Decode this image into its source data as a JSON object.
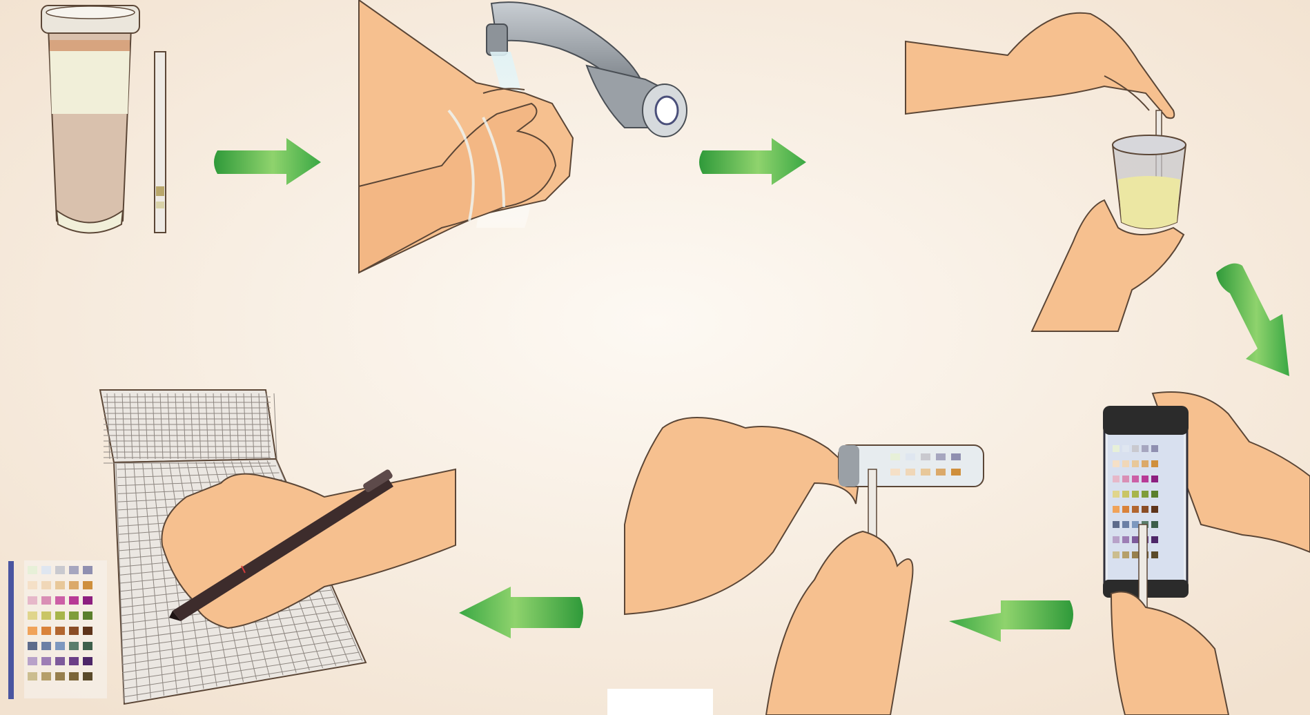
{
  "colors": {
    "background_center": "#fdf9f3",
    "background_edge": "#f2e2d0",
    "edge_bar": "#9ccc7a",
    "skin": "#f6c08f",
    "skin_outline": "#5b4636",
    "arrow_green_dark": "#2f9a3a",
    "arrow_green_light": "#8fd36d",
    "faucet": "#9aa0a6",
    "urine": "#ece7a3",
    "paper": "#ebe7e2",
    "pen": "#3d2c2c",
    "bottle_label": "#b9cbe8"
  },
  "steps": [
    {
      "id": "supplies",
      "icons": [
        "sample-container-icon",
        "test-strip-icon"
      ]
    },
    {
      "id": "wash-hands",
      "icons": [
        "faucet-icon",
        "washing-hands-icon"
      ]
    },
    {
      "id": "dip-strip",
      "icons": [
        "hand-holding-strip-icon",
        "urine-cup-icon"
      ]
    },
    {
      "id": "compare-chart",
      "icons": [
        "reagent-bottle-icon",
        "color-chart-icon"
      ]
    },
    {
      "id": "read-strip",
      "icons": [
        "strip-vial-icon",
        "hands-icon"
      ]
    },
    {
      "id": "record-result",
      "icons": [
        "notebook-icon",
        "pen-icon",
        "color-chart-icon"
      ]
    }
  ],
  "arrows": [
    "arrow-right",
    "arrow-right",
    "arrow-down",
    "arrow-left",
    "arrow-left"
  ],
  "chart_swatches": [
    [
      "#e7f0d8",
      "#dfe6f0",
      "#c9c9cf",
      "#a6a6bf",
      "#8f8fb0"
    ],
    [
      "#f5e0c7",
      "#f0d7b8",
      "#e8c89a",
      "#dba96a",
      "#cf8f3c"
    ],
    [
      "#e6b8c9",
      "#d98fb5",
      "#cc5fa6",
      "#b83a96",
      "#8d1f80"
    ],
    [
      "#e0d58c",
      "#c9c566",
      "#a7b54a",
      "#7f9d3a",
      "#5b7f2c"
    ],
    [
      "#f0a35a",
      "#d9823a",
      "#b2662f",
      "#8a4d25",
      "#5e341a"
    ],
    [
      "#5d6b8b",
      "#6b7fa5",
      "#7d98bf",
      "#5a7d6b",
      "#3d5f4b"
    ],
    [
      "#b8a2c9",
      "#9d7eb5",
      "#7d5a9b",
      "#6b3f87",
      "#4d2668"
    ],
    [
      "#cbbd8f",
      "#b59f6a",
      "#977f4d",
      "#7b6538",
      "#5a4a2a"
    ]
  ]
}
